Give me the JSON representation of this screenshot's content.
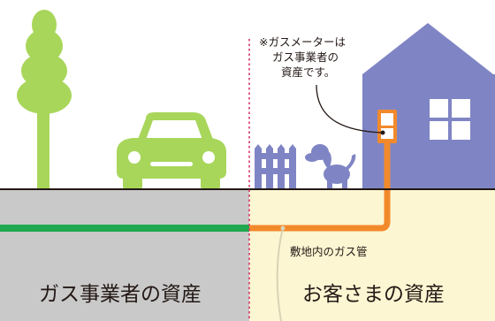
{
  "note": {
    "line1": "※ガスメーターは",
    "line2": "ガス事業者の",
    "line3": "資産です。"
  },
  "pipe_label": "敷地内のガス管",
  "left_area_label": "ガス事業者の資産",
  "right_area_label": "お客さまの資産",
  "colors": {
    "tree": "#a8d65a",
    "car": "#a8d65a",
    "house": "#7f85c4",
    "ground_left": "#c9c9c9",
    "ground_right": "#fdf6d2",
    "main_gas_pipe": "#1fa84f",
    "customer_pipe": "#f28a2c",
    "boundary_line": "#d6336c"
  }
}
